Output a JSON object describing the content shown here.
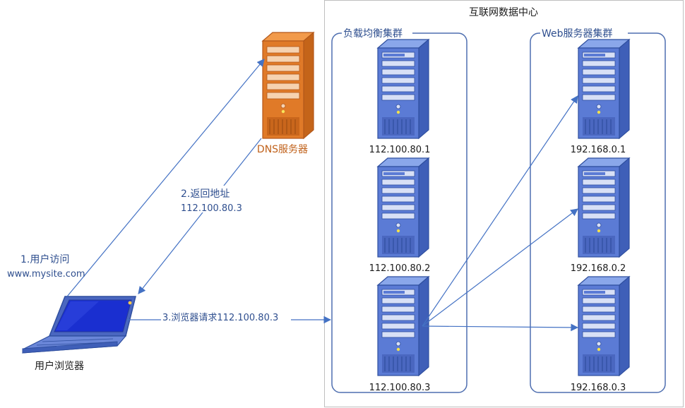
{
  "diagram": {
    "datacenter": {
      "title": "互联网数据中心"
    },
    "lb_cluster": {
      "title": "负载均衡集群",
      "servers": [
        {
          "ip": "112.100.80.1"
        },
        {
          "ip": "112.100.80.2"
        },
        {
          "ip": "112.100.80.3"
        }
      ]
    },
    "web_cluster": {
      "title": "Web服务器集群",
      "servers": [
        {
          "ip": "192.168.0.1"
        },
        {
          "ip": "192.168.0.2"
        },
        {
          "ip": "192.168.0.3"
        }
      ]
    },
    "dns": {
      "label": "DNS服务器"
    },
    "client": {
      "label": "用户浏览器"
    },
    "steps": {
      "step1": {
        "title": "1.用户访问",
        "detail": "www.mysite.com"
      },
      "step2": {
        "title": "2.返回地址",
        "detail": "112.100.80.3"
      },
      "step3": {
        "title": "3.浏览器请求112.100.80.3"
      }
    },
    "colors": {
      "arrow": "#4472c4",
      "text": "#2f4f8f",
      "dns_orange": "#e07a28",
      "server_blue": "#5b7bd5",
      "border_gray": "#bfbfbf",
      "cluster_border": "#4f6fb0"
    }
  }
}
